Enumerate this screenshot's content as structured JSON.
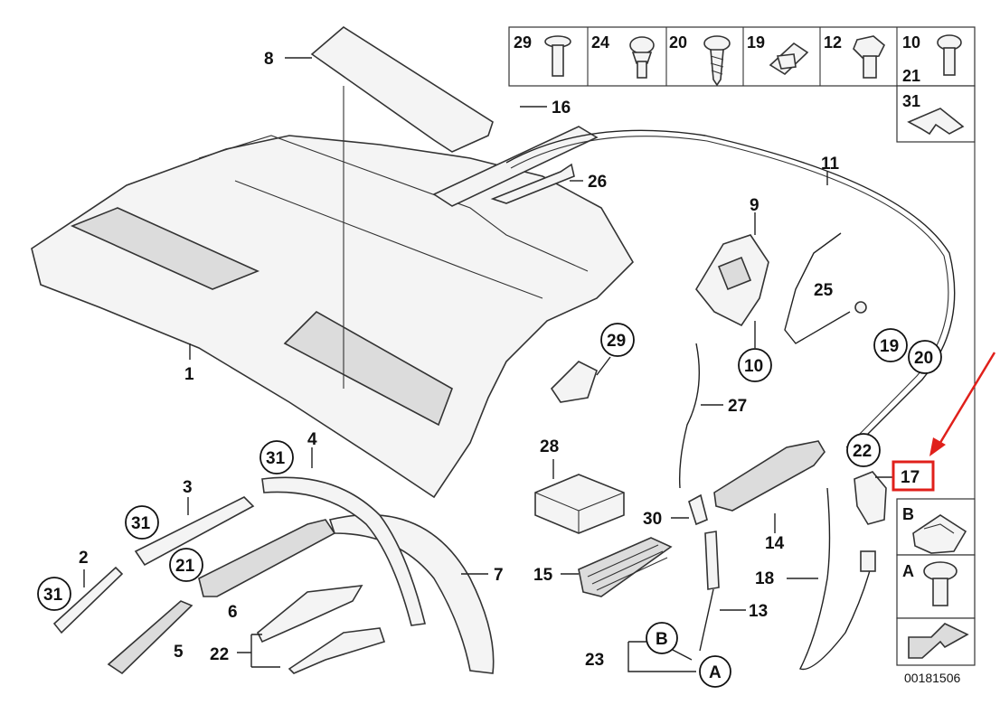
{
  "diagram": {
    "code": "00181506",
    "callouts": {
      "p1": "1",
      "p2": "2",
      "p3": "3",
      "p4": "4",
      "p5": "5",
      "p6": "6",
      "p7": "7",
      "p8": "8",
      "p9": "9",
      "p10": "10",
      "p11": "11",
      "p13": "13",
      "p14": "14",
      "p15": "15",
      "p16": "16",
      "p17": "17",
      "p18": "18",
      "p19": "19",
      "p20": "20",
      "p21": "21",
      "p22": "22",
      "p23": "23",
      "p25": "25",
      "p26": "26",
      "p27": "27",
      "p28": "28",
      "p29": "29",
      "p30": "30",
      "p31": "31",
      "a": "A",
      "b": "B"
    },
    "legend_top": [
      "29",
      "24",
      "20",
      "19",
      "12",
      "10",
      "21",
      "31"
    ],
    "legend_side": [
      "B",
      "A"
    ],
    "highlight": {
      "label": "17",
      "color": "#e0201b"
    }
  }
}
